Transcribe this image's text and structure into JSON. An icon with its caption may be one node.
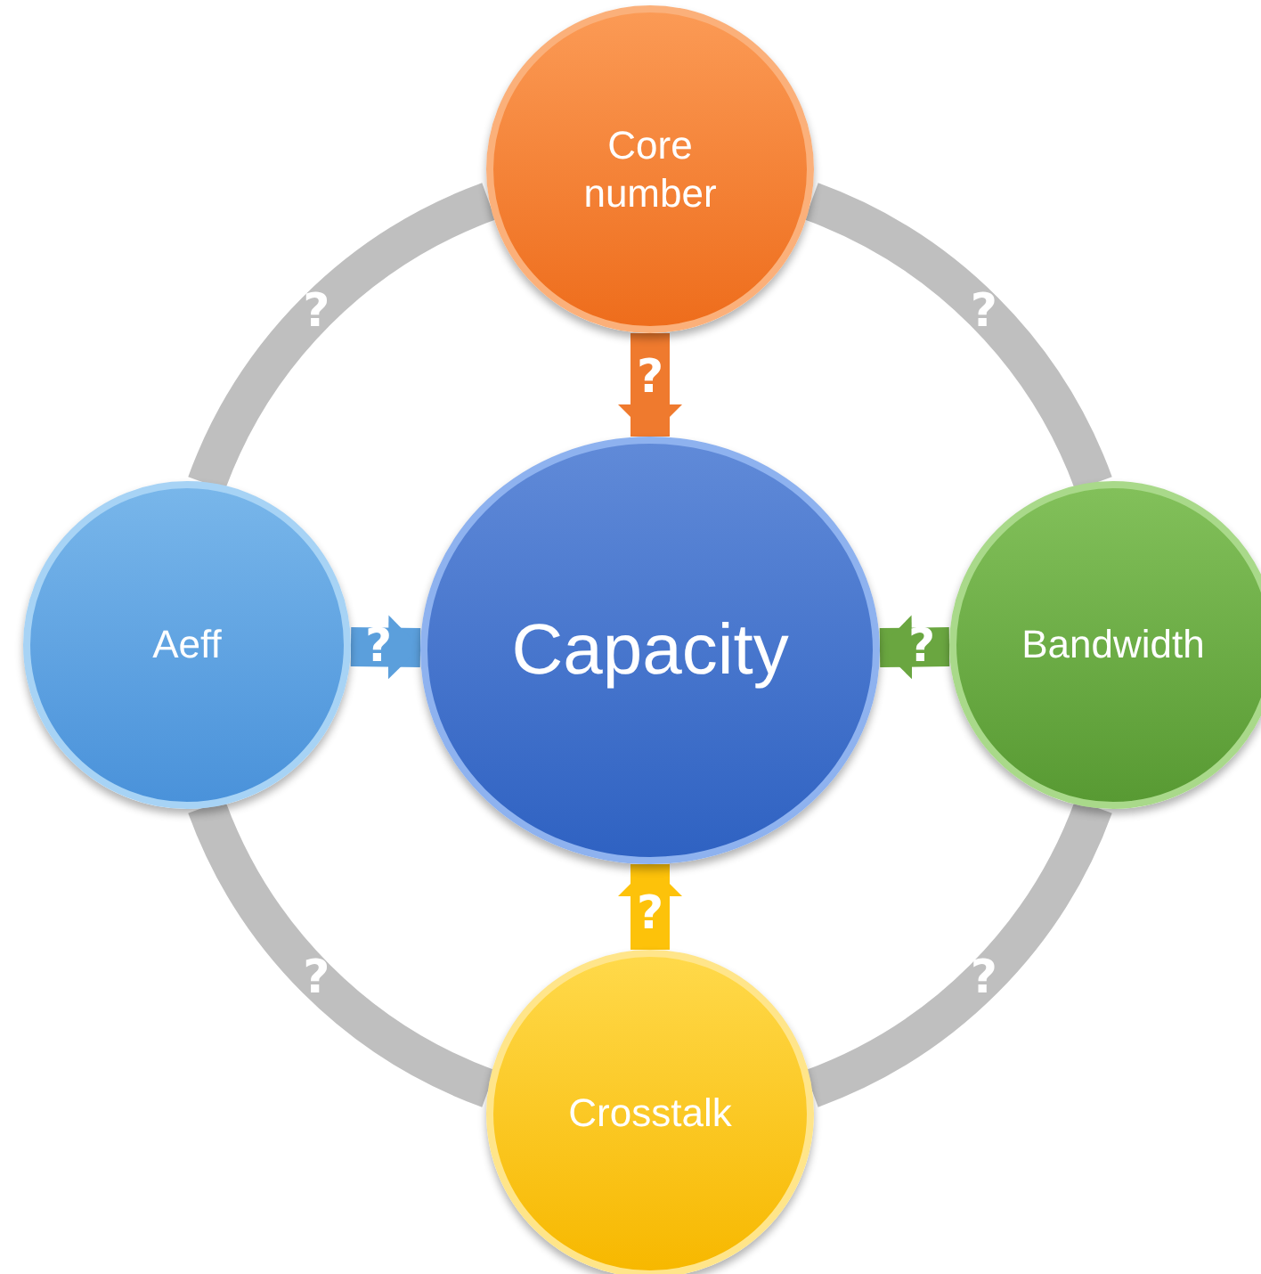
{
  "diagram": {
    "nodes": [
      {
        "text": [
          "Core number"
        ]
      },
      {
        "text": [
          "Aeff"
        ]
      },
      {
        "text": [
          "Capacity"
        ]
      },
      {
        "text": [
          "Bandwidth"
        ]
      },
      {
        "text": [
          "Crosstalk"
        ]
      }
    ],
    "edges": [
      {
        "from": 0,
        "to": 2,
        "arrow": "to",
        "label": "?",
        "color": "#ef7a2e"
      },
      {
        "from": 1,
        "to": 2,
        "arrow": "to",
        "label": "?",
        "color": "#5b9fdc"
      },
      {
        "from": 3,
        "to": 2,
        "arrow": "to",
        "label": "?",
        "color": "#6aa640"
      },
      {
        "from": 4,
        "to": 2,
        "arrow": "to",
        "label": "?",
        "color": "#fdc20a"
      },
      {
        "from": 0,
        "to": 3,
        "arrow": "none",
        "label": "?"
      },
      {
        "from": 3,
        "to": 4,
        "arrow": "none",
        "label": "?"
      },
      {
        "from": 4,
        "to": 1,
        "arrow": "none",
        "label": "?"
      },
      {
        "from": 1,
        "to": 0,
        "arrow": "none",
        "label": "?"
      }
    ]
  }
}
